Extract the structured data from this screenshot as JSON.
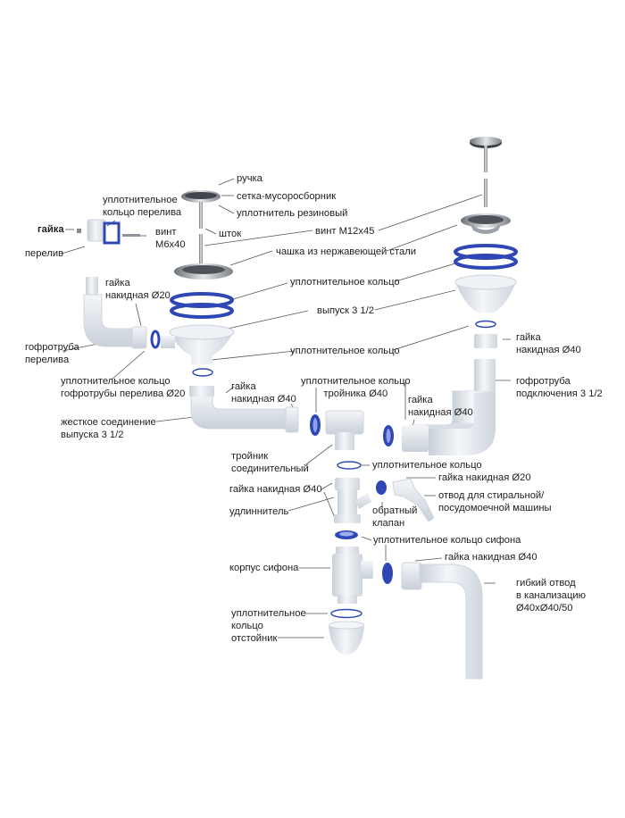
{
  "colors": {
    "plastic": "#e8ecf1",
    "plastic_shade": "#c9d0d9",
    "steel": "#a9b0b8",
    "steel_dark": "#5c636b",
    "seal_blue": "#2f47b5",
    "leader": "#555555",
    "text": "#1e1e1e"
  },
  "labels": {
    "handle": "ручка",
    "strainer": "сетка-мусоросборник",
    "rubber_seal": "уплотнитель резиновый",
    "overflow_seal": [
      "уплотнительное",
      "кольцо перелива"
    ],
    "nut": "гайка",
    "overflow": "перелив",
    "screw_m6": [
      "винт",
      "М6х40"
    ],
    "stem": "шток",
    "screw_m12": "винт М12х45",
    "steel_cup": "чашка из нержавеющей стали",
    "cap_nut_20_top": [
      "гайка",
      "накидная Ø20"
    ],
    "seal_ring_top": "уплотнительное кольцо",
    "outlet": "выпуск 3 1/2",
    "overflow_pipe": [
      "гофротруба",
      "перелива"
    ],
    "seal_ring_mid": "уплотнительное кольцо",
    "cap_nut_40_right": [
      "гайка",
      "накидная Ø40"
    ],
    "overflow_pipe_seal": [
      "уплотнительное кольцо",
      "гофротрубы перелива Ø20"
    ],
    "connect_pipe": [
      "гофротруба",
      "подключения 3 1/2"
    ],
    "cap_nut_40_left": [
      "гайка",
      "накидная Ø40"
    ],
    "tee_seal": [
      "уплотнительное кольцо",
      "тройника Ø40"
    ],
    "cap_nut_40_center": [
      "гайка",
      "накидная Ø40"
    ],
    "rigid_joint": [
      "жесткое соединение",
      "выпуска 3 1/2"
    ],
    "tee": [
      "тройник",
      "соединительный"
    ],
    "seal_ring_low": "уплотнительное кольцо",
    "cap_nut_20_low": "гайка накидная Ø20",
    "cap_nut_40_ext": "гайка накидная Ø40",
    "washer_branch": [
      "отвод для стиральной/",
      "посудомоечной машины"
    ],
    "extender": "удлиннитель",
    "check_valve": [
      "обратный",
      "клапан"
    ],
    "siphon_seal": "уплотнительное кольцо сифона",
    "cap_nut_40_bottom": "гайка накидная Ø40",
    "siphon_body": "корпус сифона",
    "flex_outlet": [
      "гибкий отвод",
      "в канализацию",
      "Ø40хØ40/50"
    ],
    "seal_ring_bottom": [
      "уплотнительное",
      "кольцо"
    ],
    "sump": "отстойник"
  }
}
